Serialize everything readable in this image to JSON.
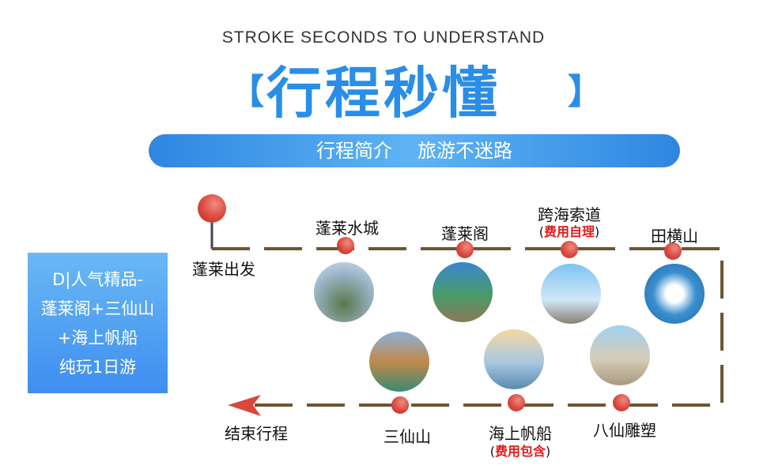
{
  "header": {
    "subtitle": "STROKE SECONDS TO UNDERSTAND",
    "title": "行程秒懂",
    "bracket_left": "【",
    "bracket_right": "】",
    "banner_left": "行程简介",
    "banner_right": "旅游不迷路"
  },
  "tour_box": {
    "lines": [
      "D|人气精品-",
      "蓬莱阁+三仙山",
      "+海上帆船",
      "纯玩1日游"
    ]
  },
  "route": {
    "start": "蓬莱出发",
    "end": "结束行程",
    "stops": [
      {
        "name": "蓬莱水城"
      },
      {
        "name": "蓬莱阁"
      },
      {
        "name": "跨海索道",
        "note": "费用自理"
      },
      {
        "name": "田横山"
      },
      {
        "name": "八仙雕塑"
      },
      {
        "name": "海上帆船",
        "note": "费用包含"
      },
      {
        "name": "三仙山"
      }
    ]
  },
  "colors": {
    "accent": "#2a8ee6",
    "path": "#6b5532",
    "pin": "#d9473d",
    "note": "#e41b1b"
  }
}
